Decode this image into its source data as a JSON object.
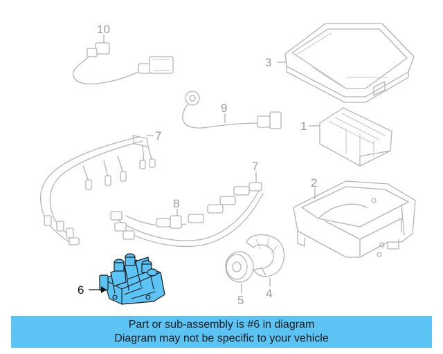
{
  "callouts": {
    "c1": "1",
    "c2": "2",
    "c3": "3",
    "c4": "4",
    "c5": "5",
    "c6": "6",
    "c7a": "7",
    "c7b": "7",
    "c8": "8",
    "c9": "9",
    "c10": "10"
  },
  "highlight_color": "#5bc4f5",
  "banner": {
    "line1": "Part or sub-assembly is #6 in diagram",
    "line2": "Diagram may not be specific to your vehicle"
  }
}
